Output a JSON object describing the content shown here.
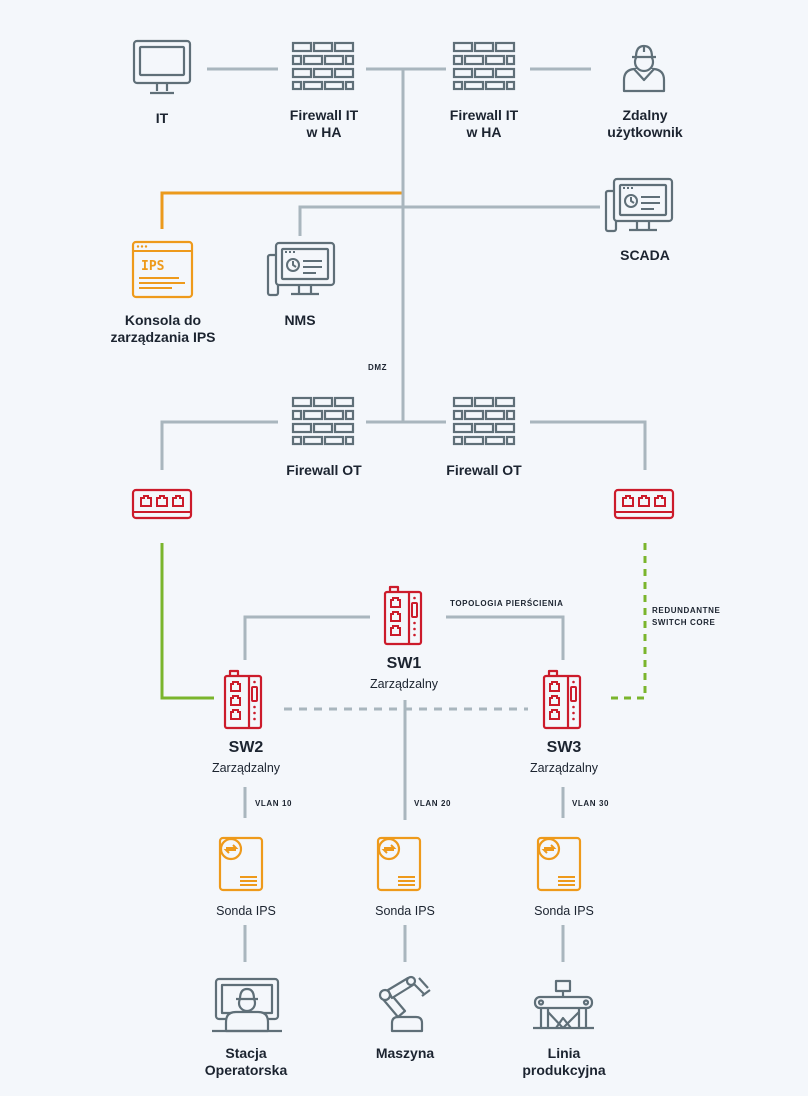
{
  "colors": {
    "gray_line": "#a9b6be",
    "orange_line": "#eb9a1c",
    "green_line": "#7ab52c",
    "icon_gray": "#5f6f78",
    "ot_red": "#cc1b2b",
    "ips_orange": "#ee9a1b",
    "text": "#1c2430"
  },
  "nodes": {
    "it": {
      "label": "IT",
      "icon": "monitor-icon"
    },
    "fw_it_left": {
      "label": "Firewall IT\nw HA",
      "icon": "firewall-icon"
    },
    "fw_it_right": {
      "label": "Firewall IT\nw HA",
      "icon": "firewall-icon"
    },
    "remote_user": {
      "label": "Zdalny\nużytkownik",
      "icon": "worker-icon"
    },
    "scada": {
      "label": "SCADA",
      "icon": "server-terminal-icon"
    },
    "ips_console": {
      "label": "Konsola do\nzarządzania IPS",
      "icon": "ips-window-icon",
      "icon_text": "IPS"
    },
    "nms": {
      "label": "NMS",
      "icon": "server-terminal-icon"
    },
    "dmz": {
      "label": "DMZ"
    },
    "fw_ot_left": {
      "label": "Firewall OT",
      "icon": "firewall-icon"
    },
    "fw_ot_right": {
      "label": "Firewall OT",
      "icon": "firewall-icon"
    },
    "core_left": {
      "icon": "core-switch-icon"
    },
    "core_right": {
      "icon": "core-switch-icon"
    },
    "sw1": {
      "name": "SW1",
      "sub": "Zarządzalny",
      "icon": "industrial-switch-icon"
    },
    "sw2": {
      "name": "SW2",
      "sub": "Zarządzalny",
      "icon": "industrial-switch-icon"
    },
    "sw3": {
      "name": "SW3",
      "sub": "Zarządzalny",
      "icon": "industrial-switch-icon"
    },
    "ring_topology": {
      "label": "TOPOLOGIA PIERŚCIENIA"
    },
    "redundant_core": {
      "label": "REDUNDANTNE\nSWITCH CORE"
    },
    "vlan10": {
      "label": "VLAN 10"
    },
    "vlan20": {
      "label": "VLAN 20"
    },
    "vlan30": {
      "label": "VLAN 30"
    },
    "probe1": {
      "label": "Sonda IPS",
      "icon": "ips-probe-icon"
    },
    "probe2": {
      "label": "Sonda IPS",
      "icon": "ips-probe-icon"
    },
    "probe3": {
      "label": "Sonda IPS",
      "icon": "ips-probe-icon"
    },
    "operator_station": {
      "label": "Stacja\nOperatorska",
      "icon": "operator-station-icon"
    },
    "machine": {
      "label": "Maszyna",
      "icon": "robot-arm-icon"
    },
    "production_line": {
      "label": "Linia\nprodukcyjna",
      "icon": "conveyor-icon"
    }
  },
  "links": [
    {
      "from": "it",
      "to": "fw_it_left",
      "style": "solid",
      "color": "gray"
    },
    {
      "from": "fw_it_left",
      "to": "fw_it_right",
      "style": "solid",
      "color": "gray"
    },
    {
      "from": "fw_it_right",
      "to": "remote_user",
      "style": "solid",
      "color": "gray"
    },
    {
      "from": "dmz",
      "to": "ips_console",
      "style": "solid",
      "color": "orange"
    },
    {
      "from": "dmz",
      "to": "nms",
      "style": "solid",
      "color": "gray"
    },
    {
      "from": "dmz",
      "to": "scada",
      "style": "solid",
      "color": "gray"
    },
    {
      "from": "dmz",
      "to": "fw_ot_left",
      "style": "solid",
      "color": "gray"
    },
    {
      "from": "dmz",
      "to": "fw_ot_right",
      "style": "solid",
      "color": "gray"
    },
    {
      "from": "fw_ot_left",
      "to": "core_left",
      "style": "solid",
      "color": "gray"
    },
    {
      "from": "fw_ot_right",
      "to": "core_right",
      "style": "solid",
      "color": "gray"
    },
    {
      "from": "core_left",
      "to": "sw2",
      "style": "solid",
      "color": "green"
    },
    {
      "from": "core_right",
      "to": "sw3",
      "style": "dashed",
      "color": "green"
    },
    {
      "from": "sw1",
      "to": "sw2",
      "style": "solid",
      "color": "gray"
    },
    {
      "from": "sw1",
      "to": "sw3",
      "style": "solid",
      "color": "gray"
    },
    {
      "from": "sw2",
      "to": "sw3",
      "style": "dashed",
      "color": "gray"
    },
    {
      "from": "sw2",
      "to": "probe1",
      "style": "solid",
      "color": "gray"
    },
    {
      "from": "sw1",
      "to": "probe2",
      "style": "solid",
      "color": "gray"
    },
    {
      "from": "sw3",
      "to": "probe3",
      "style": "solid",
      "color": "gray"
    },
    {
      "from": "probe1",
      "to": "operator_station",
      "style": "solid",
      "color": "gray"
    },
    {
      "from": "probe2",
      "to": "machine",
      "style": "solid",
      "color": "gray"
    },
    {
      "from": "probe3",
      "to": "production_line",
      "style": "solid",
      "color": "gray"
    }
  ]
}
